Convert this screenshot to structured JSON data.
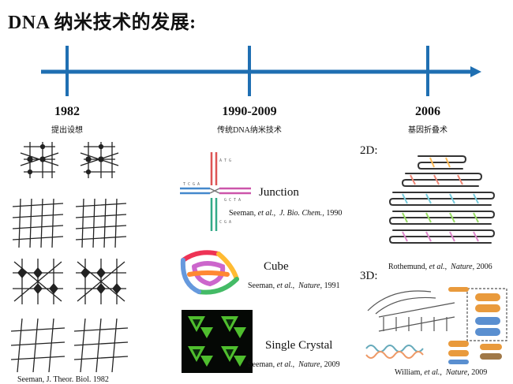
{
  "title": "DNA 纳米技术的发展:",
  "timeline": [
    {
      "year": "1982",
      "subtitle": "提出设想"
    },
    {
      "year": "1990-2009",
      "subtitle": "传统DNA纳米技术"
    },
    {
      "year": "2006",
      "subtitle": "基因折叠术"
    }
  ],
  "left_column": {
    "citation": "Seeman, J. Theor. Biol. 1982"
  },
  "middle_items": [
    {
      "label": "Junction",
      "cite_author": "Seeman, ",
      "cite_etal": "et al.",
      "cite_journal": "J. Bio. Chem.",
      "cite_year": ", 1990"
    },
    {
      "label": "Cube",
      "cite_author": "Seeman, ",
      "cite_etal": "et al.",
      "cite_journal": "Nature",
      "cite_year": ", 1991"
    },
    {
      "label": "Single Crystal",
      "cite_author": "Seeman, ",
      "cite_etal": "et al.",
      "cite_journal": "Nature",
      "cite_year": ", 2009"
    }
  ],
  "right_items": [
    {
      "dim": "2D:",
      "cite_author": "Rothemund, ",
      "cite_etal": "et al.",
      "cite_journal": "Nature",
      "cite_year": ", 2006"
    },
    {
      "dim": "3D:",
      "cite_author": "William, ",
      "cite_etal": "et al.",
      "cite_journal": "Nature",
      "cite_year": ", 2009"
    }
  ],
  "colors": {
    "timeline": "#1f6fb2"
  }
}
